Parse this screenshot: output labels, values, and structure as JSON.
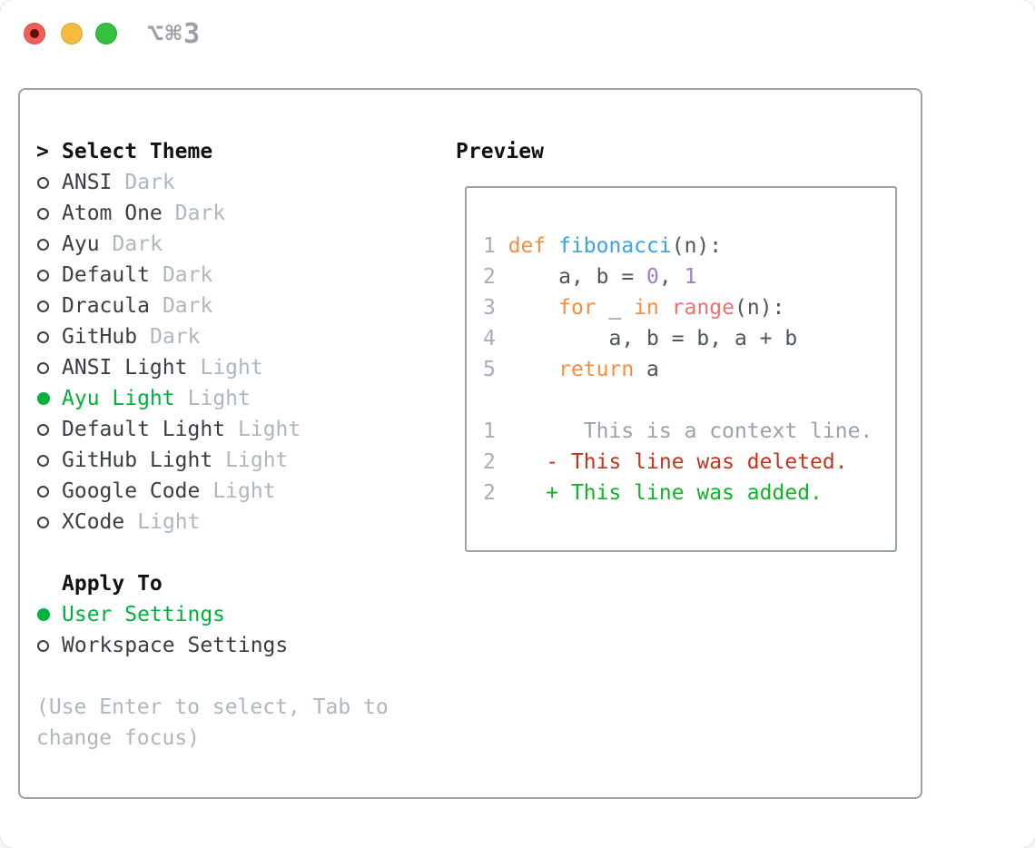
{
  "window": {
    "title": "⌥⌘3",
    "traffic_lights": [
      "close",
      "minimize",
      "zoom"
    ]
  },
  "theme_picker": {
    "prompt": ">",
    "title": "Select Theme",
    "themes": [
      {
        "name": "ANSI",
        "variant": "Dark",
        "selected": false
      },
      {
        "name": "Atom One",
        "variant": "Dark",
        "selected": false
      },
      {
        "name": "Ayu",
        "variant": "Dark",
        "selected": false
      },
      {
        "name": "Default",
        "variant": "Dark",
        "selected": false
      },
      {
        "name": "Dracula",
        "variant": "Dark",
        "selected": false
      },
      {
        "name": "GitHub",
        "variant": "Dark",
        "selected": false
      },
      {
        "name": "ANSI Light",
        "variant": "Light",
        "selected": false
      },
      {
        "name": "Ayu Light",
        "variant": "Light",
        "selected": true
      },
      {
        "name": "Default Light",
        "variant": "Light",
        "selected": false
      },
      {
        "name": "GitHub Light",
        "variant": "Light",
        "selected": false
      },
      {
        "name": "Google Code",
        "variant": "Light",
        "selected": false
      },
      {
        "name": "XCode",
        "variant": "Light",
        "selected": false
      }
    ],
    "apply_to": {
      "title": "Apply To",
      "options": [
        {
          "label": "User Settings",
          "selected": true
        },
        {
          "label": "Workspace Settings",
          "selected": false
        }
      ]
    },
    "hint_lines": [
      "(Use Enter to select, Tab to",
      "change focus)"
    ]
  },
  "preview": {
    "title": "Preview",
    "code_lines": [
      [
        [
          "1 ",
          "lineno"
        ],
        [
          "def ",
          "keyword"
        ],
        [
          "fibonacci",
          "function"
        ],
        [
          "(n):",
          "default"
        ]
      ],
      [
        [
          "2 ",
          "lineno"
        ],
        [
          "    a, b = ",
          "default"
        ],
        [
          "0",
          "number"
        ],
        [
          ", ",
          "default"
        ],
        [
          "1",
          "number"
        ]
      ],
      [
        [
          "3 ",
          "lineno"
        ],
        [
          "    ",
          "default"
        ],
        [
          "for",
          "keyword"
        ],
        [
          " _ ",
          "default"
        ],
        [
          "in",
          "keyword"
        ],
        [
          " ",
          "default"
        ],
        [
          "range",
          "builtin"
        ],
        [
          "(n):",
          "default"
        ]
      ],
      [
        [
          "4 ",
          "lineno"
        ],
        [
          "        a, b = b, a + b",
          "default"
        ]
      ],
      [
        [
          "5 ",
          "lineno"
        ],
        [
          "    ",
          "default"
        ],
        [
          "return",
          "keyword"
        ],
        [
          " a",
          "default"
        ]
      ],
      [],
      [
        [
          "1 ",
          "lineno"
        ],
        [
          "      This is a context line.",
          "context"
        ]
      ],
      [
        [
          "2 ",
          "lineno"
        ],
        [
          "   ",
          "default"
        ],
        [
          "- This line was deleted.",
          "deleted"
        ]
      ],
      [
        [
          "2 ",
          "lineno"
        ],
        [
          "   ",
          "default"
        ],
        [
          "+ This line was added.",
          "added"
        ]
      ]
    ]
  },
  "colors": {
    "lineno": "#a6aeb9",
    "default": "#4e555d",
    "keyword": "#fa8d3e",
    "function": "#38a3e8",
    "number": "#a37acc",
    "builtin": "#f0716f",
    "context": "#99a1ab",
    "deleted": "#c6331d",
    "added": "#0db524",
    "selected_green": "#00b13c",
    "traffic_red": "#f05f57",
    "traffic_yellow": "#f5bb3f",
    "traffic_green": "#33c13f",
    "panel_border": "#99a1ab"
  }
}
